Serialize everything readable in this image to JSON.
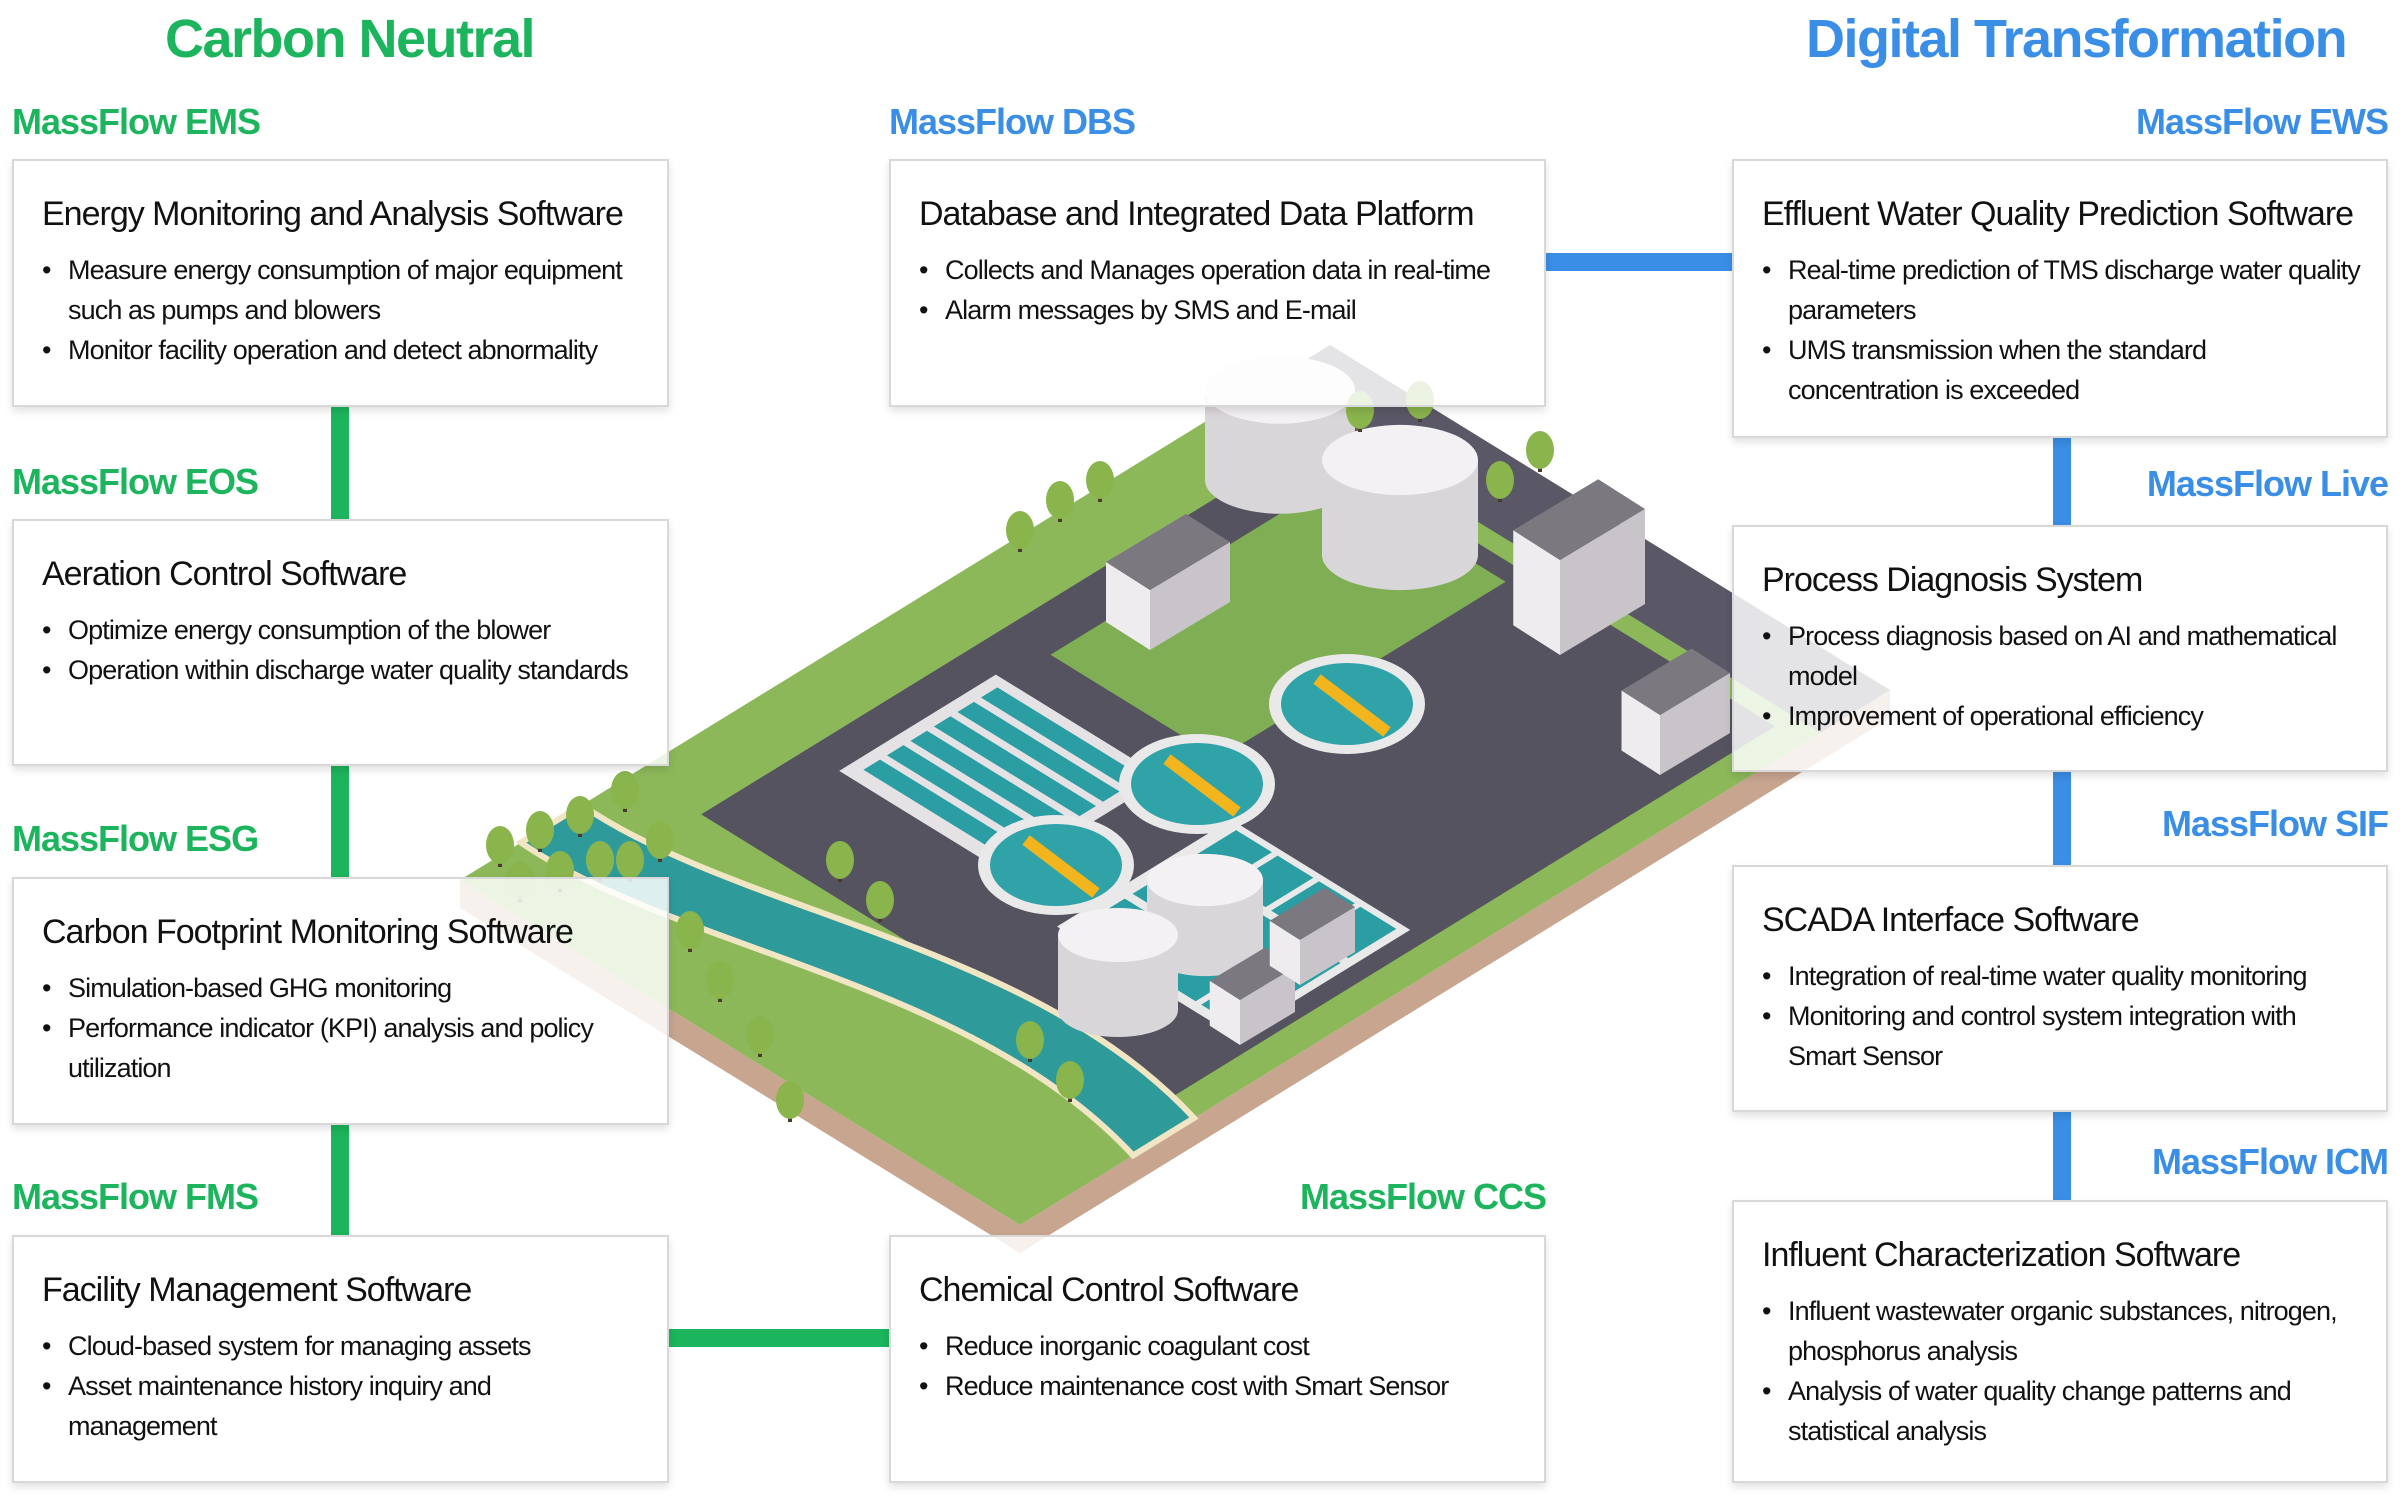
{
  "headers": {
    "left": "Carbon Neutral",
    "right": "Digital Transformation"
  },
  "colors": {
    "green": "#1cb45c",
    "blue": "#3a8ee6"
  },
  "products": {
    "ems": {
      "label": "MassFlow EMS",
      "title": "Energy Monitoring and Analysis Software",
      "bullets": [
        "Measure energy consumption of major equipment such as pumps and blowers",
        "Monitor facility operation and detect abnormality"
      ]
    },
    "eos": {
      "label": "MassFlow EOS",
      "title": "Aeration Control Software",
      "bullets": [
        "Optimize energy consumption of the blower",
        "Operation within discharge water quality standards"
      ]
    },
    "esg": {
      "label": "MassFlow ESG",
      "title": "Carbon Footprint Monitoring Software",
      "bullets": [
        "Simulation-based GHG monitoring",
        "Performance indicator (KPI) analysis and policy utilization"
      ]
    },
    "fms": {
      "label": "MassFlow FMS",
      "title": "Facility Management Software",
      "bullets": [
        "Cloud-based system for managing assets",
        "Asset maintenance history inquiry and management"
      ]
    },
    "dbs": {
      "label": "MassFlow DBS",
      "title": "Database and Integrated Data Platform",
      "bullets": [
        "Collects and Manages operation data in real-time",
        "Alarm messages by SMS and E-mail"
      ]
    },
    "ccs": {
      "label": "MassFlow CCS",
      "title": "Chemical Control Software",
      "bullets": [
        "Reduce inorganic coagulant cost",
        "Reduce maintenance cost with Smart Sensor"
      ]
    },
    "ews": {
      "label": "MassFlow EWS",
      "title": "Effluent Water Quality Prediction Software",
      "bullets": [
        "Real-time prediction of TMS discharge water quality parameters",
        "UMS transmission when the standard concentration is exceeded"
      ]
    },
    "live": {
      "label": "MassFlow Live",
      "title": "Process Diagnosis System",
      "bullets": [
        "Process diagnosis based on AI and mathematical model",
        "Improvement of operational efficiency"
      ]
    },
    "sif": {
      "label": "MassFlow SIF",
      "title": "SCADA Interface Software",
      "bullets": [
        "Integration of real-time water quality monitoring",
        "Monitoring and control system integration with Smart Sensor"
      ]
    },
    "icm": {
      "label": "MassFlow ICM",
      "title": "Influent Characterization Software",
      "bullets": [
        "Influent wastewater organic substances, nitrogen, phosphorus analysis",
        "Analysis of water quality change patterns and statistical analysis"
      ]
    }
  }
}
